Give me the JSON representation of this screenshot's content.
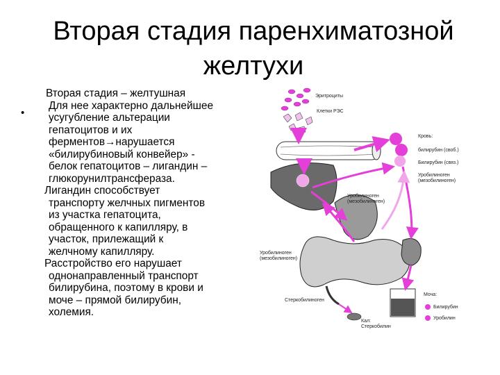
{
  "slide": {
    "title_line1": "Вторая стадия паренхиматозной",
    "title_line2": "желтухи",
    "bullet_symbol": "•",
    "heading": "Вторая стадия – желтушная",
    "para1": [
      "Для нее характерно дальнейшее",
      "усугубление альтерации",
      "гепатоцитов и их",
      "ферментов→нарушается",
      "«билирубиновый конвейер» -",
      "белок гепатоцитов – лигандин –",
      "глюкорунилтрансфераза."
    ],
    "para2": [
      "Лигандин способствует",
      "транспорту желчных пигментов",
      "из участка гепатоцита,",
      "обращенного к капилляру, в",
      "участок, прилежащий к",
      "желчному капилляру."
    ],
    "para3": [
      "Расстройство его нарушает",
      "однонаправленный транспорт",
      "билирубина, поэтому в крови и",
      "моче – прямой билирубин,",
      "холемия."
    ]
  },
  "figure": {
    "labels": {
      "erythrocytes": "Эритроциты",
      "res_cells": "Клетки РЭС",
      "blood": "Кровь:",
      "bilirubin_free": "билирубин (своб.)",
      "bilirubin_bound": "Билирубин (связ.)",
      "urobilinogen_top": "Уробилиноген",
      "urobilinogen_top_sub": "(мезобилиноген)",
      "urobilinogen_mid": "Уробилиноген",
      "urobilinogen_mid_sub": "(мезобилиноген)",
      "urobilin_left": "Уробилиноген",
      "urobilin_left_sub": "(мезобилиноген)",
      "stercobilinogen": "Стеркобилиноген",
      "urine": "Моча:",
      "urine_bilirubin": "Билирубин",
      "urine_urobilin": "Уробилин",
      "feces": "Кал:",
      "stercobilin": "Стеркобилин"
    },
    "colors": {
      "magenta": "#e43fd8",
      "pink_light": "#f0a6e8",
      "organ": "#555555"
    }
  }
}
